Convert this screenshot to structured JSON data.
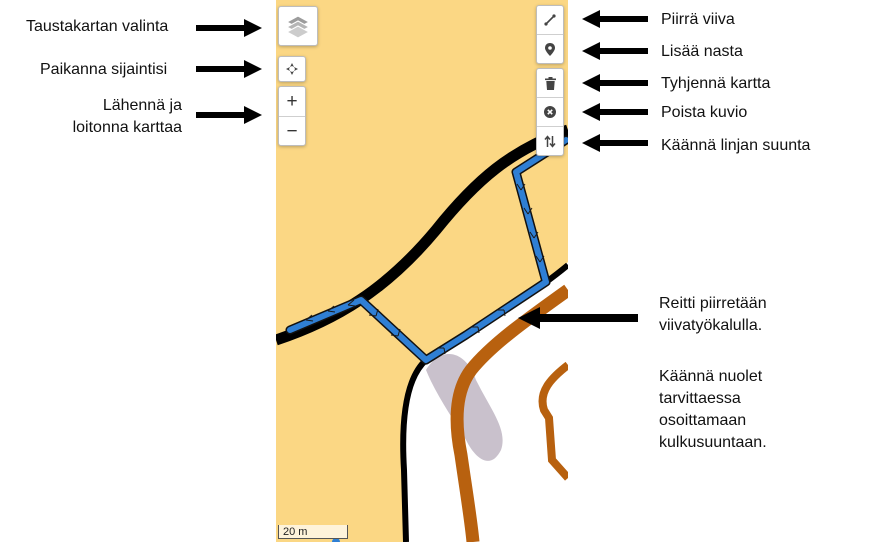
{
  "map": {
    "scale_label": "20 m",
    "colors": {
      "land": "#fbd784",
      "clearing": "#ffffff",
      "road": "#000000",
      "route": "#2f7fd4",
      "contour": "#b8610f",
      "rock": "#c9c1cc"
    }
  },
  "controls": {
    "layers_icon": "layers-icon",
    "locate_icon": "crosshair-icon",
    "zoom_in": "+",
    "zoom_out": "−",
    "draw_line_icon": "line-icon",
    "add_pin_icon": "map-pin-icon",
    "clear_icon": "trash-icon",
    "delete_icon": "close-circle-icon",
    "reverse_icon": "reverse-arrows-icon"
  },
  "annotations": {
    "basemap": "Taustakartan valinta",
    "locate": "Paikanna sijaintisi",
    "zoom_line1": "Lähennä ja",
    "zoom_line2": "loitonna karttaa",
    "draw_line": "Piirrä viiva",
    "add_pin": "Lisää nasta",
    "clear_map": "Tyhjennä kartta",
    "delete_shape": "Poista kuvio",
    "reverse_line": "Käännä linjan suunta",
    "route_line1": "Reitti piirretään",
    "route_line2": "viivatyökalulla.",
    "arrows_line1": "Käännä nuolet",
    "arrows_line2": "tarvittaessa",
    "arrows_line3": "osoittamaan",
    "arrows_line4": "kulkusuuntaan."
  }
}
